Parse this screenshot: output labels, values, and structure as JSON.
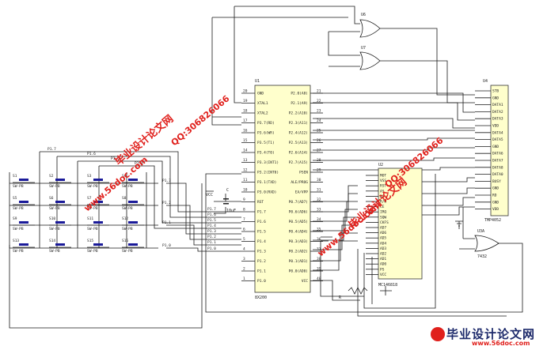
{
  "gates": {
    "u6_label": "U6",
    "u7_label": "U7",
    "u3a_label": "U3A",
    "u3a_part": "7432"
  },
  "mcu": {
    "ref": "U1",
    "part": "8X200",
    "left_pins": [
      {
        "num": "20",
        "name": "GND"
      },
      {
        "num": "19",
        "name": "XTAL1"
      },
      {
        "num": "18",
        "name": "XTAL2"
      },
      {
        "num": "17",
        "name": "P3.7(RD)"
      },
      {
        "num": "16",
        "name": "P3.6(WR)"
      },
      {
        "num": "15",
        "name": "P3.5(T1)"
      },
      {
        "num": "14",
        "name": "P3.4(T0)"
      },
      {
        "num": "13",
        "name": "P3.3(INT1)"
      },
      {
        "num": "12",
        "name": "P3.2(INT0)"
      },
      {
        "num": "11",
        "name": "P3.1(TXD)"
      },
      {
        "num": "10",
        "name": "P3.0(RXD)"
      },
      {
        "num": "9",
        "name": "RST"
      },
      {
        "num": "8",
        "name": "P1.7"
      },
      {
        "num": "7",
        "name": "P1.6"
      },
      {
        "num": "6",
        "name": "P1.5"
      },
      {
        "num": "5",
        "name": "P1.4"
      },
      {
        "num": "4",
        "name": "P1.3"
      },
      {
        "num": "3",
        "name": "P1.2"
      },
      {
        "num": "2",
        "name": "P1.1"
      },
      {
        "num": "1",
        "name": "P1.0"
      }
    ],
    "right_pins": [
      {
        "num": "21",
        "name": "P2.0(A8)"
      },
      {
        "num": "22",
        "name": "P2.1(A9)"
      },
      {
        "num": "23",
        "name": "P2.2(A10)"
      },
      {
        "num": "24",
        "name": "P2.3(A11)"
      },
      {
        "num": "25",
        "name": "P2.4(A12)"
      },
      {
        "num": "26",
        "name": "P2.5(A13)"
      },
      {
        "num": "27",
        "name": "P2.6(A14)"
      },
      {
        "num": "28",
        "name": "P2.7(A15)"
      },
      {
        "num": "29",
        "name": "PSEN"
      },
      {
        "num": "30",
        "name": "ALE/PROG"
      },
      {
        "num": "31",
        "name": "EA/VPP"
      },
      {
        "num": "32",
        "name": "P0.7(AD7)"
      },
      {
        "num": "33",
        "name": "P0.6(AD6)"
      },
      {
        "num": "34",
        "name": "P0.5(AD5)"
      },
      {
        "num": "35",
        "name": "P0.4(AD4)"
      },
      {
        "num": "36",
        "name": "P0.3(AD3)"
      },
      {
        "num": "37",
        "name": "P0.2(AD2)"
      },
      {
        "num": "38",
        "name": "P0.1(AD1)"
      },
      {
        "num": "39",
        "name": "P0.0(AD0)"
      },
      {
        "num": "40",
        "name": "VCC"
      }
    ]
  },
  "rtc": {
    "ref": "U2",
    "part": "MC146818",
    "pins": [
      "MOT",
      "VSS",
      "RST",
      "AS",
      "DS",
      "R/W",
      "CE",
      "IRQ",
      "SQW",
      "CKFS",
      "AD7",
      "AD6",
      "AD5",
      "AD4",
      "AD3",
      "AD2",
      "AD1",
      "AD0",
      "PS",
      "VCC"
    ]
  },
  "lcd": {
    "ref": "U4",
    "part": "TMP4052",
    "pins": [
      "STB",
      "GND",
      "DATA1",
      "DATA2",
      "DATA3",
      "VDD",
      "DATA4",
      "DATA5",
      "GND",
      "DATA6",
      "DATA7",
      "DATA8",
      "DATA0",
      "BUSY",
      "GND",
      "RD",
      "GND",
      "VDD"
    ]
  },
  "keypad": {
    "row_labels": [
      "P1.7",
      "P1.6",
      "P1.5",
      "P1.4"
    ],
    "col_labels": [
      "P1.3",
      "P1.2",
      "P1.1",
      "P1.0"
    ],
    "switches": [
      {
        "ref": "S1",
        "part": "SW-PB"
      },
      {
        "ref": "S2",
        "part": "SW-PB"
      },
      {
        "ref": "S3",
        "part": "SW-PB"
      },
      {
        "ref": "S4",
        "part": "SW-PB"
      },
      {
        "ref": "S5",
        "part": "SW-PB"
      },
      {
        "ref": "S6",
        "part": "SW-PB"
      },
      {
        "ref": "S7",
        "part": "SW-PB"
      },
      {
        "ref": "S8",
        "part": "SW-PB"
      },
      {
        "ref": "S9",
        "part": "SW-PB"
      },
      {
        "ref": "S10",
        "part": "SW-PB"
      },
      {
        "ref": "S11",
        "part": "SW-PB"
      },
      {
        "ref": "S12",
        "part": "SW-PB"
      },
      {
        "ref": "S13",
        "part": "SW-PB"
      },
      {
        "ref": "S14",
        "part": "SW-PB"
      },
      {
        "ref": "S15",
        "part": "SW-PB"
      },
      {
        "ref": "S16",
        "part": "SW-PB"
      }
    ]
  },
  "misc": {
    "vcc_label": "VCC",
    "cap_ref": "C",
    "cap_value": "10uF",
    "res_label": "R"
  },
  "watermarks": {
    "cn_1": "毕业设计论文网",
    "url_1": "www.56doc.com",
    "qq_1": "QQ:306826066",
    "cn_2": "毕业设计论文网",
    "url_2": "www.56doc.com",
    "qq_2": "QQ:306826066",
    "footer_cn": "毕业设计论文网",
    "footer_url": "www.56doc.com",
    "colors": {
      "red": "#e0201c",
      "navy": "#1d2a6b"
    }
  }
}
